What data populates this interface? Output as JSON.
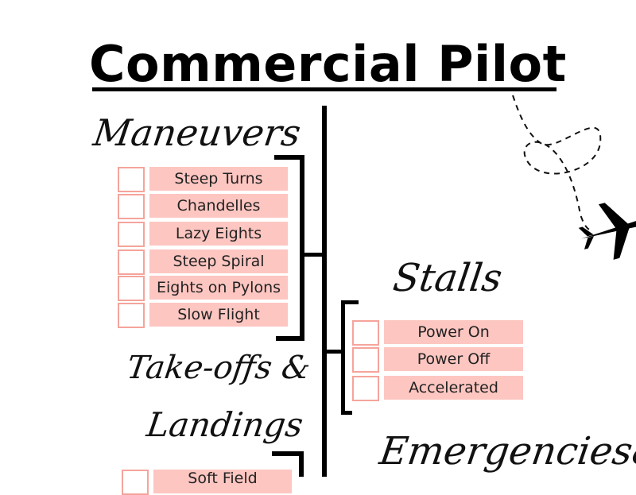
{
  "title": "Commercial Pilot",
  "sections": {
    "maneuvers": {
      "heading": "Maneuvers",
      "items": [
        "Steep Turns",
        "Chandelles",
        "Lazy Eights",
        "Steep Spiral",
        "Eights on Pylons",
        "Slow Flight"
      ]
    },
    "stalls": {
      "heading": "Stalls",
      "items": [
        "Power On",
        "Power Off",
        "Accelerated"
      ]
    },
    "takeoffs": {
      "heading_line1": "Take-offs &",
      "heading_line2": "Landings",
      "items": [
        "Soft Field"
      ]
    },
    "emergencies": {
      "heading": "Emergencies&"
    }
  },
  "colors": {
    "label_bg": "#fdc6c1",
    "checkbox_border": "#f5a49b",
    "ink": "#000000"
  },
  "icons": [
    "airplane-icon",
    "dashed-flight-path"
  ]
}
